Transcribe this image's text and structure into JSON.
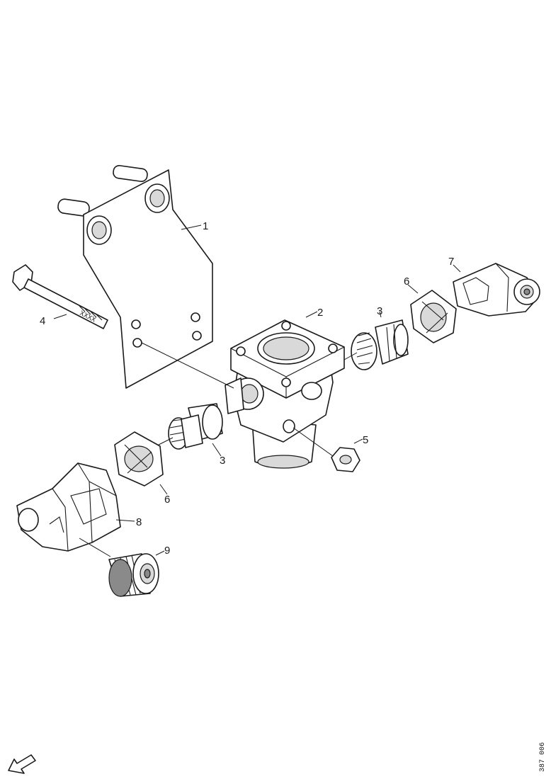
{
  "callouts": {
    "c1": "1",
    "c2": "2",
    "c3a": "3",
    "c3b": "3",
    "c4": "4",
    "c5": "5",
    "c6a": "6",
    "c6b": "6",
    "c7": "7",
    "c8": "8",
    "c9": "9"
  },
  "drawing_code": "387 006",
  "orientation_icon": "arrow-icon"
}
